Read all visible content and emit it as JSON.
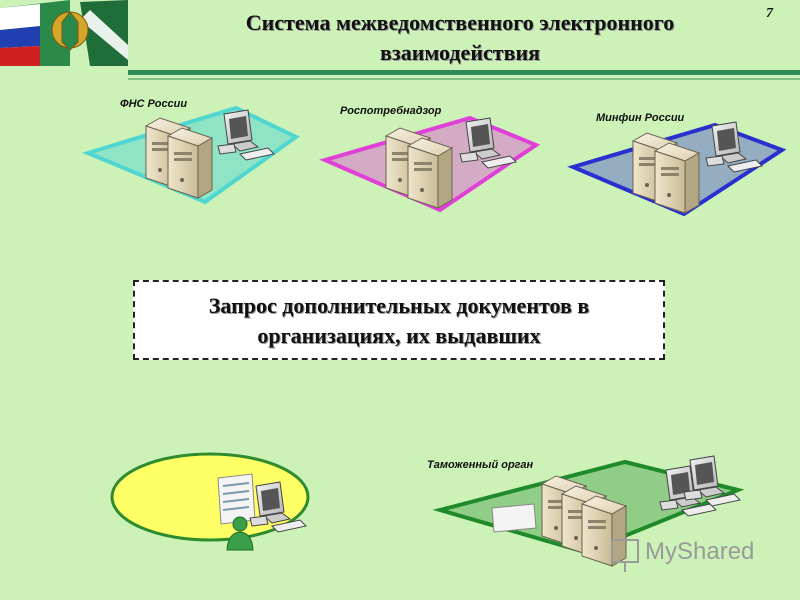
{
  "header": {
    "title_line1": "Система межведомственного электронного",
    "title_line2": "взаимодействия",
    "slide_number": "7"
  },
  "nodes": [
    {
      "label": "ФНС России",
      "color": "#4fd6d0"
    },
    {
      "label": "Роспотребнадзор",
      "color": "#e040d8"
    },
    {
      "label": "Минфин России",
      "color": "#2a2fd0"
    }
  ],
  "info_box": {
    "line1": "Запрос дополнительных документов в",
    "line2": "организациях, их выдавших"
  },
  "customs": {
    "label": "Таможенный орган",
    "color": "#1f8a2a"
  },
  "applicant": {
    "color": "#ffff66"
  },
  "watermark": "MyShared",
  "colors": {
    "background": "#ccf2b8",
    "rule": "#2e8b57"
  }
}
